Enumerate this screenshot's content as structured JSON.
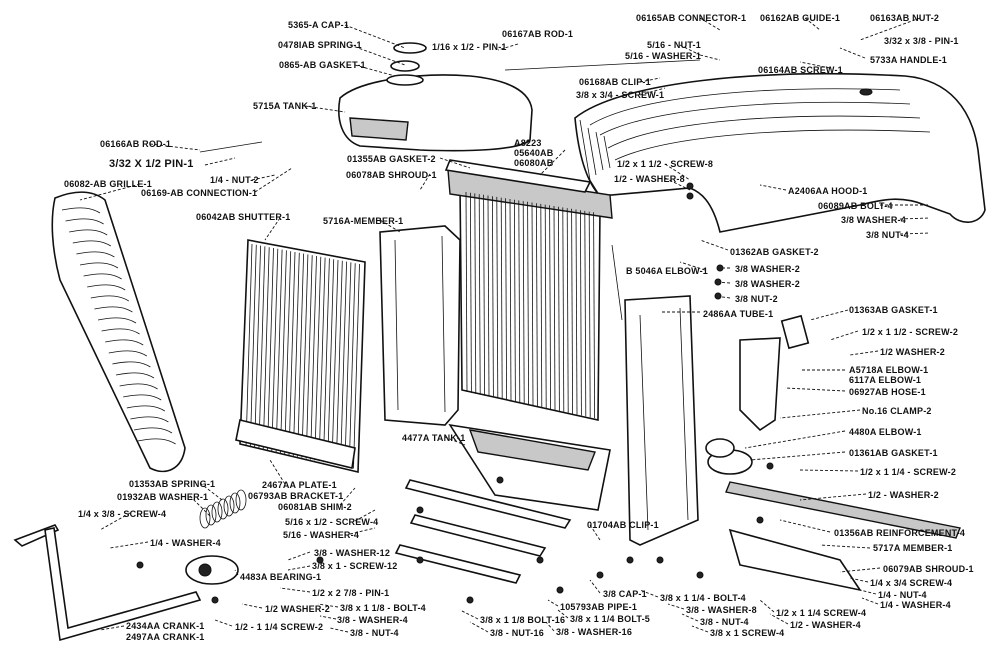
{
  "labels": {
    "cap_5365a": "5365-A CAP-1",
    "spring_0478ab": "0478IAB SPRING-1",
    "gasket_0865ab": "0865-AB GASKET-1",
    "tank_5715a": "5715A TANK-1",
    "rod_06167ab": "06167AB ROD-1",
    "pin_1": "1/16 x 1/2 - PIN-1",
    "connector_06165ab": "06165AB CONNECTOR-1",
    "nut_1": "5/16 - NUT-1",
    "washer_1": "5/16 - WASHER-1",
    "guide_06162ab": "06162AB GUIDE-1",
    "nut2_06163ab": "06163AB NUT-2",
    "pin_3_32": "3/32 x 3/8 - PIN-1",
    "screw_06164ab": "06164AB SCREW-1",
    "handle_5733a": "5733A HANDLE-1",
    "clip_06168ab": "06168AB CLIP-1",
    "screw_3_8": "3/8 x 3/4 - SCREW-1",
    "rod_06166ab": "06166AB ROD-1",
    "pin_3_32_b": "3/32 X 1/2 PIN-1",
    "nut2": "1/4 - NUT-2",
    "connection_06169ab": "06169-AB CONNECTION-1",
    "grille_06082ab": "06082-AB GRILLE-1",
    "gasket2_01355ab": "01355AB GASKET-2",
    "shroud_06078ab": "06078AB SHROUD-1",
    "core_a8223": "A8223",
    "core_05640ab": "05640AB",
    "core_06080ab": "06080AB",
    "screw8": "1/2 x 1 1/2 - SCREW-8",
    "washer8": "1/2 - WASHER-8",
    "hood_a2406aa": "A2406AA HOOD-1",
    "bolt4_06089ab": "06089AB BOLT-4",
    "washer4_3_8": "3/8 WASHER-4",
    "nut4_3_8": "3/8 NUT-4",
    "shutter_06042ab": "06042AB SHUTTER-1",
    "member_5716a": "5716A-MEMBER-1",
    "gasket2_01362ab": "01362AB GASKET-2",
    "elbow_b5046a": "B 5046A ELBOW-1",
    "washer2_a": "3/8 WASHER-2",
    "washer2_b": "3/8 WASHER-2",
    "nut2_3_8": "3/8 NUT-2",
    "tube_2486aa": "2486AA TUBE-1",
    "gasket1_01363ab": "01363AB GASKET-1",
    "screw2_a": "1/2 x 1 1/2 - SCREW-2",
    "washer2_c": "1/2 WASHER-2",
    "elbow_a5718a": "A5718A ELBOW-1",
    "elbow_6117a": "6117A ELBOW-1",
    "hose_06927ab": "06927AB HOSE-1",
    "clamp_no16": "No.16 CLAMP-2",
    "elbow_4480a": "4480A ELBOW-1",
    "gasket1_01361ab": "01361AB GASKET-1",
    "screw2_b": "1/2 x 1 1/4 - SCREW-2",
    "washer2_d": "1/2 - WASHER-2",
    "tank_4477a": "4477A TANK-1",
    "spring_01353ab": "01353AB SPRING-1",
    "washer_01932ab": "01932AB WASHER-1",
    "plate_2467aa": "2467AA PLATE-1",
    "bracket_06793ab": "06793AB BRACKET-1",
    "shim_06081ab": "06081AB SHIM-2",
    "screw4_a": "1/4 x 3/8 - SCREW-4",
    "washer4_a": "1/4 - WASHER-4",
    "screw4_b": "5/16 x 1/2 - SCREW-4",
    "washer4_b": "5/16 - WASHER-4",
    "clip_01704ab": "01704AB CLIP-1",
    "reinforcement_01356ab": "01356AB REINFORCEMENT-4",
    "washer12": "3/8 - WASHER-12",
    "screw12": "3/8 x 1 - SCREW-12",
    "bearing_4483a": "4483A BEARING-1",
    "member_5717a": "5717A MEMBER-1",
    "shroud_06079ab": "06079AB SHROUD-1",
    "pin_1_2": "1/2 x 2 7/8 - PIN-1",
    "bolt4_a": "3/8 x 1 1/8 - BOLT-4",
    "washer4_c": "3/8 - WASHER-4",
    "nut4_a": "3/8 - NUT-4",
    "bolt16": "3/8 x 1 1/8 BOLT-16",
    "nut16": "3/8 - NUT-16",
    "washer2_e": "1/2 WASHER-2",
    "screw2_c": "1/2 - 1 1/4 SCREW-2",
    "cap_3_8": "3/8 CAP-1",
    "pipe_105793ab": "105793AB PIPE-1",
    "bolt5": "3/8 x 1 1/4 BOLT-5",
    "washer16": "3/8 - WASHER-16",
    "bolt4_b": "3/8 x 1 1/4 - BOLT-4",
    "washer8_b": "3/8 - WASHER-8",
    "nut4_b": "3/8 - NUT-4",
    "screw4_c": "3/8 x 1 SCREW-4",
    "screw4_d": "1/4 x 3/4 SCREW-4",
    "nut4_c": "1/4 - NUT-4",
    "washer4_d": "1/4 - WASHER-4",
    "screw4_e": "1/2 x 1 1/4 SCREW-4",
    "washer4_e": "1/2 - WASHER-4",
    "crank_2434aa": "2434AA CRANK-1",
    "crank_2497aa": "2497AA CRANK-1"
  }
}
